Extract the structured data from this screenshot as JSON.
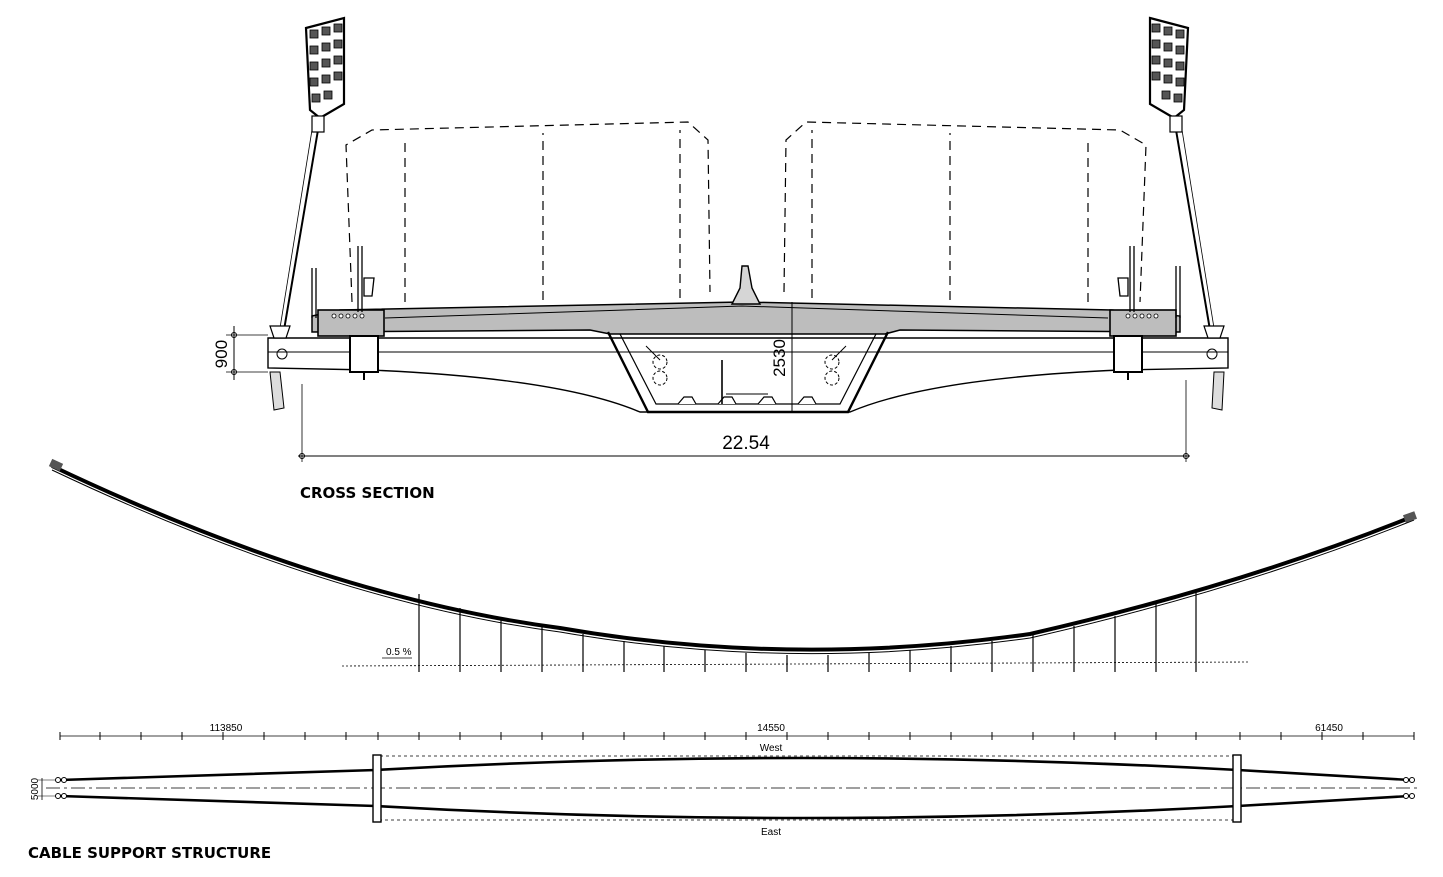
{
  "cross_section": {
    "title": "CROSS SECTION",
    "dim_width": "22.54",
    "dim_depth": "2530",
    "dim_side": "900"
  },
  "cable_support": {
    "title": "CABLE SUPPORT STRUCTURE",
    "slope": "0.5 %",
    "span_left": "113850",
    "span_mid": "14550",
    "span_right": "61450",
    "width": "5000",
    "side_top": "West",
    "side_bottom": "East"
  }
}
